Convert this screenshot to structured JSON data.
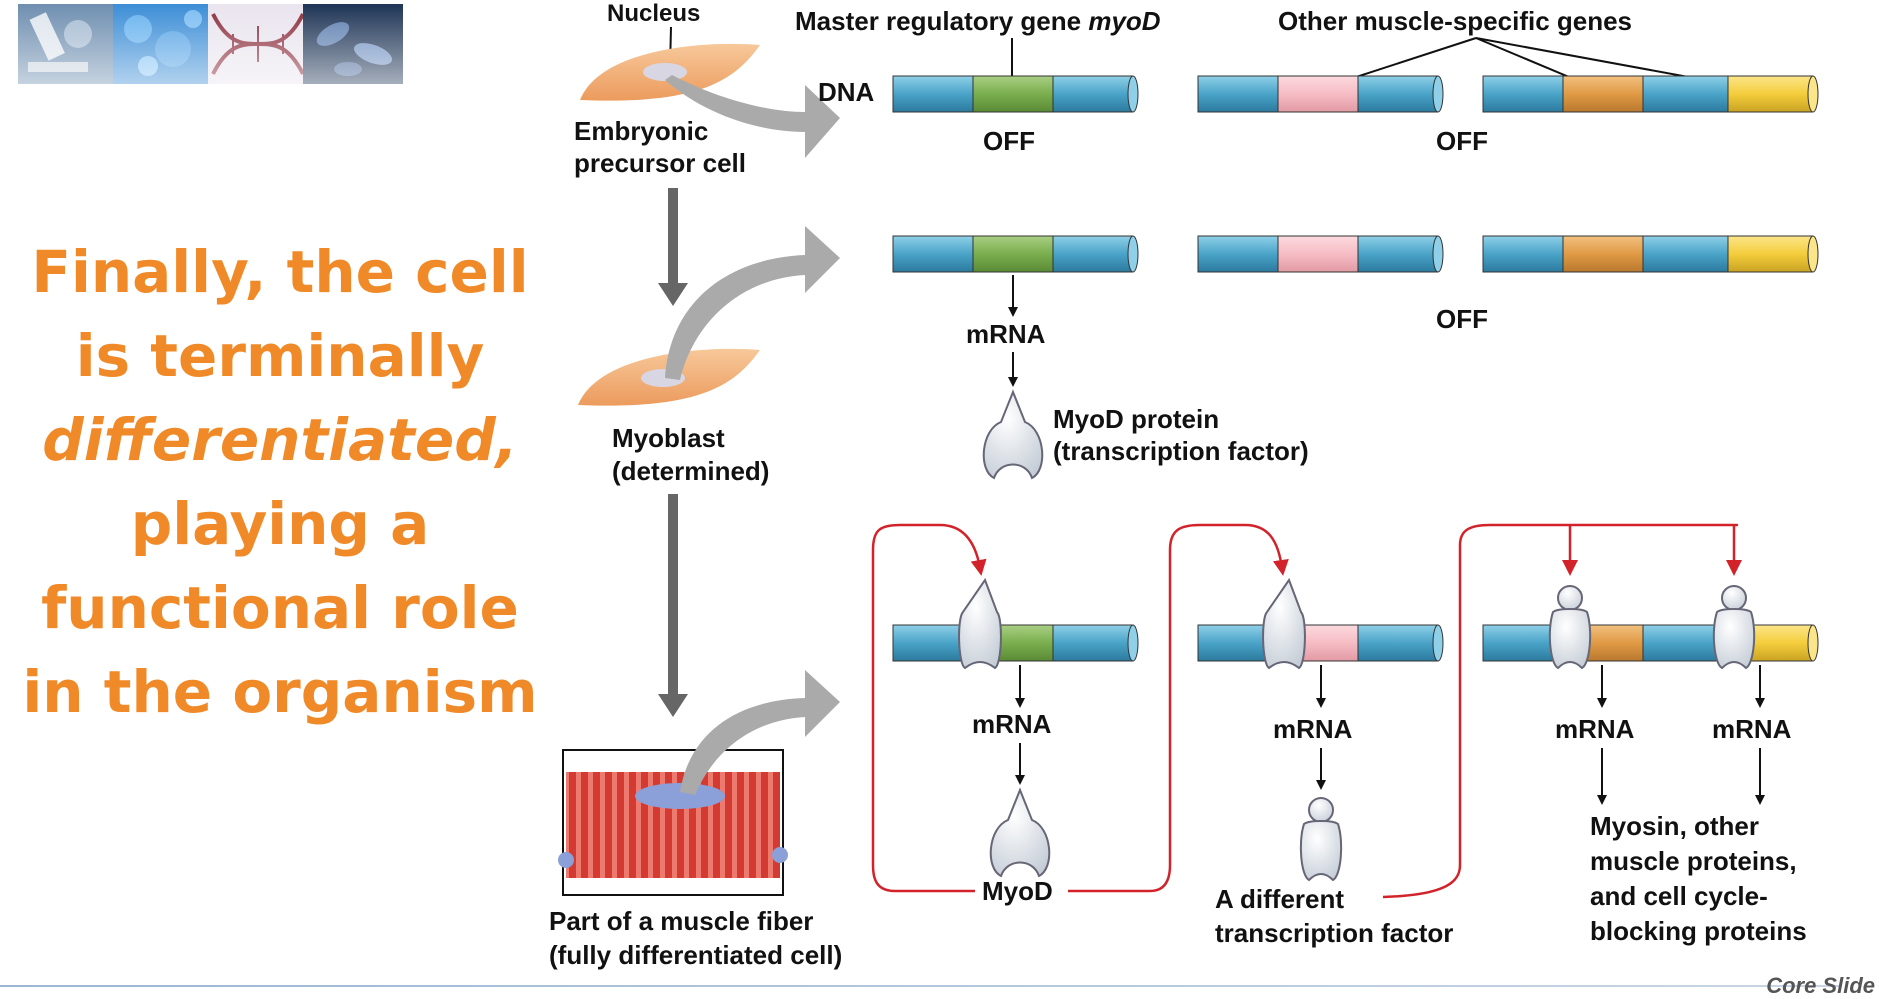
{
  "headline": {
    "line1": "Finally, the cell",
    "line2": "is terminally",
    "line3": "differentiated,",
    "line4": "playing a",
    "line5": "functional role",
    "line6": "in the organism"
  },
  "footer": "Core Slide",
  "diagram": {
    "nucleus": "Nucleus",
    "master_gene": "Master regulatory gene",
    "master_gene_name": "myoD",
    "other_genes": "Other muscle-specific genes",
    "dna": "DNA",
    "off": "OFF",
    "embryonic_1": "Embryonic",
    "embryonic_2": "precursor cell",
    "myoblast_1": "Myoblast",
    "myoblast_2": "(determined)",
    "mrna": "mRNA",
    "myod_protein_1": "MyoD protein",
    "myod_protein_2": "(transcription factor)",
    "myod": "MyoD",
    "different_tf_1": "A different",
    "different_tf_2": "transcription factor",
    "muscle_fiber_1": "Part of a muscle fiber",
    "muscle_fiber_2": "(fully differentiated cell)",
    "proteins_1": "Myosin, other",
    "proteins_2": "muscle proteins,",
    "proteins_3": "and cell cycle-",
    "proteins_4": "blocking proteins"
  },
  "colors": {
    "headline": "#f08a28",
    "dna_blue": "#4aa3c8",
    "myod_green": "#7aae4e",
    "gene_pink": "#f6bcc4",
    "gene_orange": "#e09a45",
    "gene_yellow": "#f4cd3c",
    "arrow_red": "#d2232a",
    "cell_orange": "#f2b07a"
  },
  "icons": [
    "microscope-banner-image",
    "cells-banner-image",
    "dna-banner-image",
    "bacteria-banner-image"
  ]
}
